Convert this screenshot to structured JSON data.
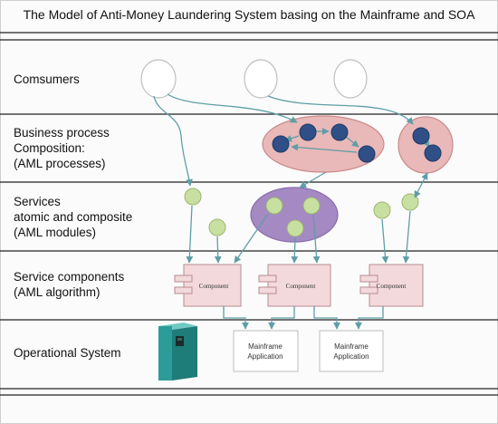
{
  "title": "The Model of Anti-Money Laundering System basing on the Mainframe and SOA",
  "layers": [
    {
      "id": "consumers",
      "label": "Comsumers"
    },
    {
      "id": "business",
      "label": "Business process\nComposition:\n(AML processes)"
    },
    {
      "id": "services",
      "label": "Services\natomic and composite\n(AML modules)"
    },
    {
      "id": "components",
      "label": "Service components\n(AML algorithm)"
    },
    {
      "id": "operational",
      "label": "Operational System"
    }
  ],
  "components": [
    {
      "label": "Component"
    },
    {
      "label": "Component"
    },
    {
      "label": "Component"
    }
  ],
  "applications": [
    {
      "line1": "Mainframe",
      "line2": "Application"
    },
    {
      "line1": "Mainframe",
      "line2": "Application"
    }
  ],
  "colors": {
    "divider": "#222222",
    "consumer_stroke": "#bfbfbf",
    "process_fill": "#e9b8b8",
    "process_stroke": "#c98a8a",
    "node_fill": "#2f4f86",
    "module_fill": "#a489c2",
    "service_fill": "#c7e0a1",
    "service_stroke": "#9db56f",
    "arrow": "#5f9ea6",
    "component_fill": "#f3d9dc",
    "component_stroke": "#b88b92",
    "server": "#2b9c98"
  }
}
